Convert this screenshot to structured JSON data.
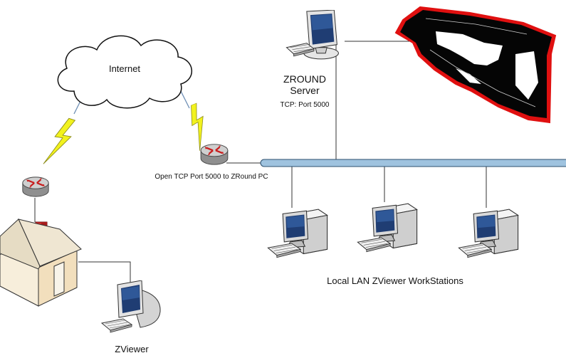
{
  "labels": {
    "internet": "Internet",
    "server_line1": "ZROUND",
    "server_line2": "Server",
    "server_port": "TCP: Port 5000",
    "router_note": "Open TCP Port 5000 to ZRound PC",
    "lan_workstations": "Local LAN ZViewer WorkStations",
    "remote_viewer": "ZViewer"
  },
  "icons": {
    "cloud": "cloud-icon",
    "lightning": "lightning-bolt-icon",
    "router": "router-icon",
    "computer": "desktop-computer-icon",
    "house": "house-icon",
    "track": "race-track-icon"
  },
  "colors": {
    "lan_backbone": "#9fc3df",
    "lightning": "#f2f21e",
    "router_body": "#b9b9b9",
    "router_arrows": "#c81e1e",
    "track": "#000000",
    "track_border": "#e01010",
    "house_wall": "#f5e4c7",
    "house_roof": "#efe7d4",
    "chimney": "#d62a2a"
  }
}
